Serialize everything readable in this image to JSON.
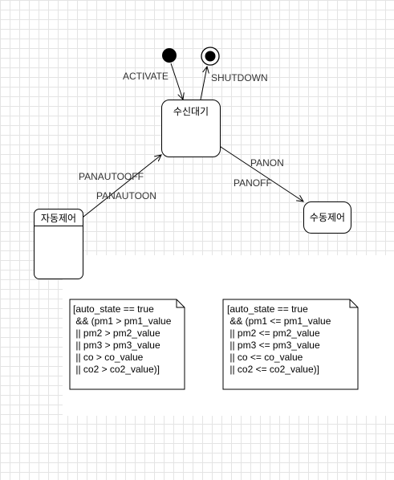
{
  "states": {
    "idle": "수신대기",
    "auto": "자동제어",
    "manual": "수동제어"
  },
  "transitions": {
    "activate": "ACTIVATE",
    "shutdown": "SHUTDOWN",
    "panautooff": "PANAUTOOFF",
    "panautoon": "PANAUTOON",
    "panon": "PANON",
    "panoff": "PANOFF"
  },
  "notes": {
    "auto_guard": [
      "[auto_state == true",
      " && (pm1 > pm1_value",
      " || pm2 > pm2_value",
      " || pm3 > pm3_value",
      " || co > co_value",
      " || co2 > co2_value)]"
    ],
    "manual_guard": [
      "[auto_state == true",
      " && (pm1 <= pm1_value",
      " || pm2 <= pm2_value",
      " || pm3 <= pm3_value",
      " || co <= co_value",
      " || co2 <= co2_value)]"
    ]
  },
  "colors": {
    "grid": "#e4e4e4",
    "line": "#000000",
    "label": "#333333"
  }
}
